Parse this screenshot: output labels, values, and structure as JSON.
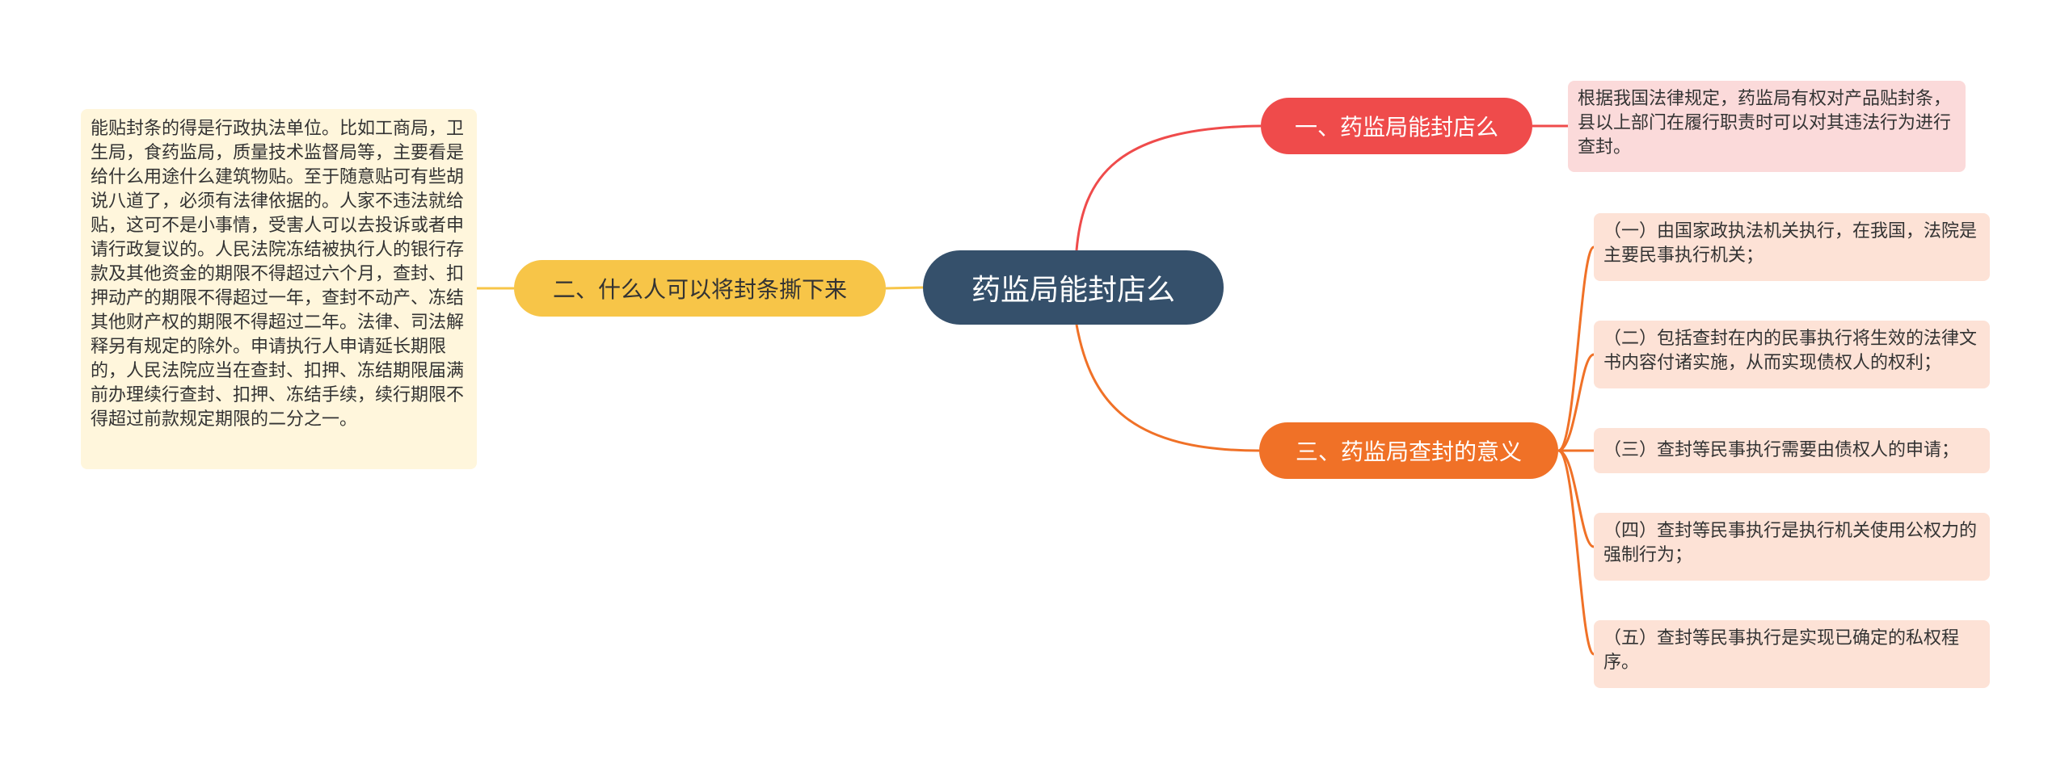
{
  "root": {
    "label": "药监局能封店么"
  },
  "branches": {
    "b1": {
      "label": "一、药监局能封店么",
      "color": "#ef4b4b",
      "leaf": "根据我国法律规定，药监局有权对产品贴封条，县以上部门在履行职责时可以对其违法行为进行查封。"
    },
    "b2": {
      "label": "二、什么人可以将封条撕下来",
      "color": "#f7c548",
      "leaf": "能贴封条的得是行政执法单位。比如工商局，卫生局，食药监局，质量技术监督局等，主要看是给什么用途什么建筑物贴。至于随意贴可有些胡说八道了，必须有法律依据的。人家不违法就给贴，这可不是小事情，受害人可以去投诉或者申请行政复议的。人民法院冻结被执行人的银行存款及其他资金的期限不得超过六个月，查封、扣押动产的期限不得超过一年，查封不动产、冻结其他财产权的期限不得超过二年。法律、司法解释另有规定的除外。申请执行人申请延长期限的，人民法院应当在查封、扣押、冻结期限届满前办理续行查封、扣押、冻结手续，续行期限不得超过前款规定期限的二分之一。"
    },
    "b3": {
      "label": "三、药监局查封的意义",
      "color": "#f07127",
      "leaves": [
        "（一）由国家政执法机关执行，在我国，法院是主要民事执行机关；",
        "（二）包括查封在内的民事执行将生效的法律文书内容付诸实施，从而实现债权人的权利；",
        "（三）查封等民事执行需要由债权人的申请；",
        "（四）查封等民事执行是执行机关使用公权力的强制行为；",
        "（五）查封等民事执行是实现已确定的私权程序。"
      ]
    }
  }
}
